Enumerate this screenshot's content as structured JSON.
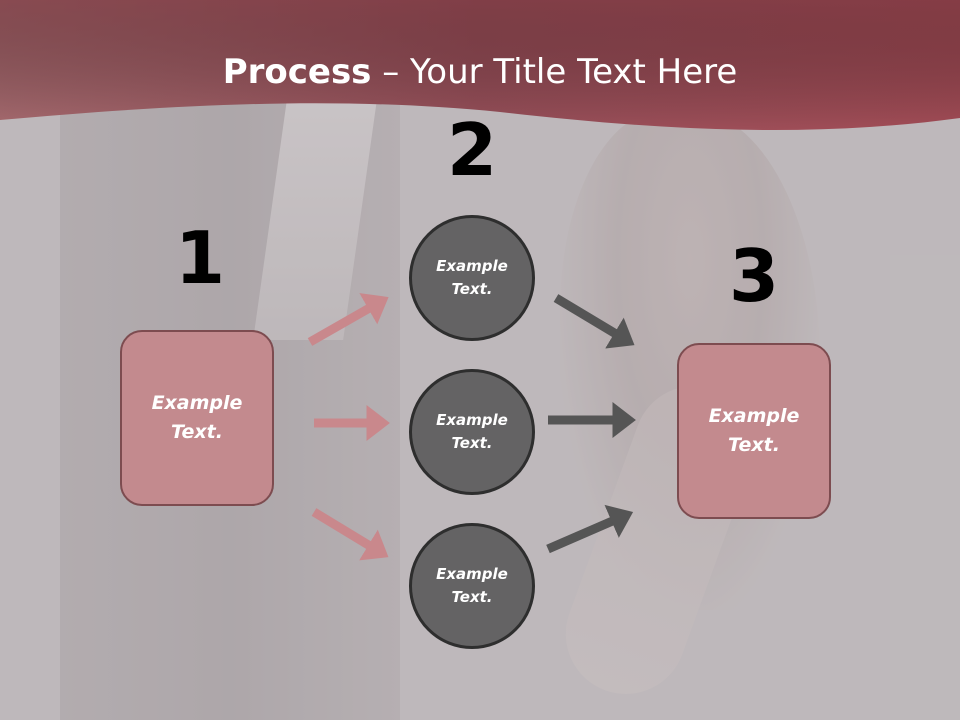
{
  "title": {
    "bold": "Process",
    "rest": " – Your Title Text Here"
  },
  "steps": {
    "one": "1",
    "two": "2",
    "three": "3"
  },
  "left_box": {
    "text_line1": "Example",
    "text_line2": "Text."
  },
  "right_box": {
    "text_line1": "Example",
    "text_line2": "Text."
  },
  "circles": [
    {
      "text_line1": "Example",
      "text_line2": "Text."
    },
    {
      "text_line1": "Example",
      "text_line2": "Text."
    },
    {
      "text_line1": "Example",
      "text_line2": "Text."
    }
  ],
  "colors": {
    "header": "#9e5058",
    "box_fill": "#c38a8e",
    "circle_fill": "#646364",
    "arrow_pink": "#c9888c",
    "arrow_gray": "#555555"
  }
}
